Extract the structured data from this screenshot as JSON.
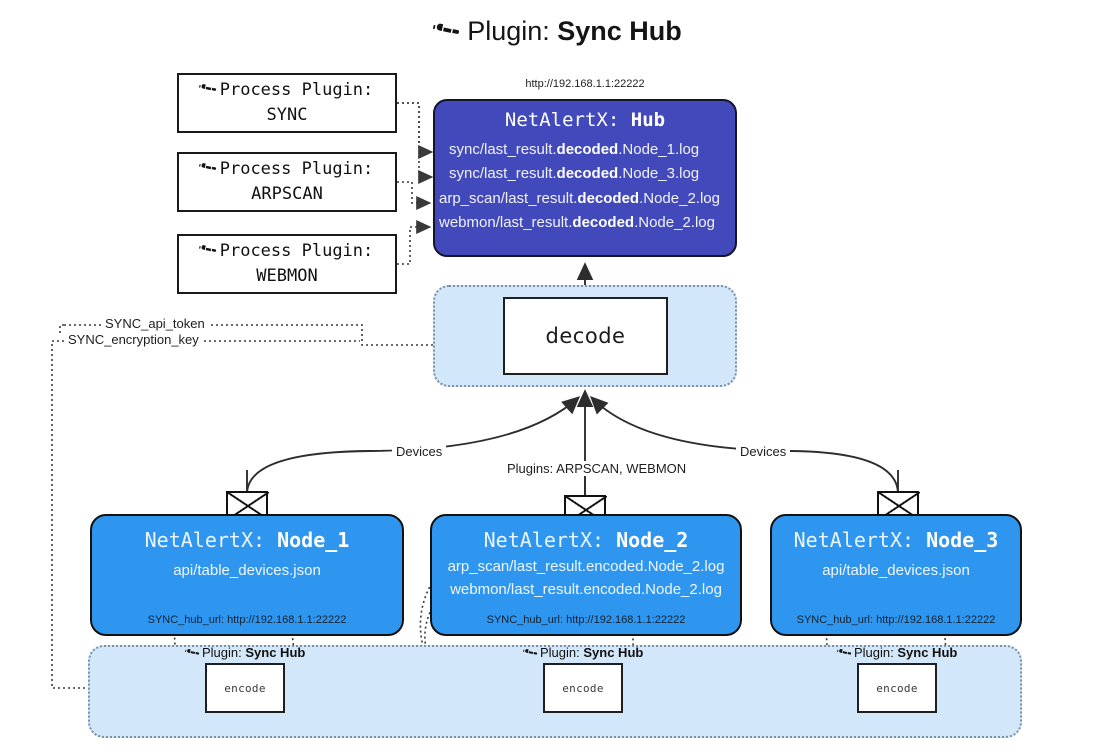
{
  "title": {
    "icon": "plug-icon",
    "prefix": "Plugin: ",
    "name": "Sync Hub"
  },
  "process_plugins": [
    {
      "icon": "plug-icon",
      "label": "Process Plugin:",
      "name": "SYNC"
    },
    {
      "icon": "plug-icon",
      "label": "Process Plugin:",
      "name": "ARPSCAN"
    },
    {
      "icon": "plug-icon",
      "label": "Process Plugin:",
      "name": "WEBMON"
    }
  ],
  "hub": {
    "url": "http://192.168.1.1:22222",
    "title_prefix": "NetAlertX: ",
    "title_name": "Hub",
    "files": [
      {
        "pre": "sync/last_result.",
        "em": "decoded",
        "post": ".Node_1.log"
      },
      {
        "pre": "sync/last_result.",
        "em": "decoded",
        "post": ".Node_3.log"
      },
      {
        "pre": "arp_scan/last_result.",
        "em": "decoded",
        "post": ".Node_2.log"
      },
      {
        "pre": "webmon/last_result.",
        "em": "decoded",
        "post": ".Node_2.log"
      }
    ]
  },
  "decode": {
    "label": "decode"
  },
  "settings": [
    {
      "label": "SYNC_api_token"
    },
    {
      "label": "SYNC_encryption_key"
    }
  ],
  "edges": [
    {
      "label": "Devices"
    },
    {
      "label": "Plugins: ARPSCAN, WEBMON"
    },
    {
      "label": "Devices"
    }
  ],
  "nodes": [
    {
      "title_prefix": "NetAlertX: ",
      "title_name": "Node_1",
      "files": [
        "api/table_devices.json"
      ],
      "hub_url": "SYNC_hub_url: http://192.168.1.1:22222",
      "mail_icon": "envelope-icon"
    },
    {
      "title_prefix": "NetAlertX: ",
      "title_name": "Node_2",
      "files": [
        "arp_scan/last_result.encoded.Node_2.log",
        "webmon/last_result.encoded.Node_2.log"
      ],
      "hub_url": "SYNC_hub_url: http://192.168.1.1:22222",
      "mail_icon": "envelope-icon"
    },
    {
      "title_prefix": "NetAlertX: ",
      "title_name": "Node_3",
      "files": [
        "api/table_devices.json"
      ],
      "hub_url": "SYNC_hub_url: http://192.168.1.1:22222",
      "mail_icon": "envelope-icon"
    }
  ],
  "encoders": [
    {
      "icon": "plug-icon",
      "label_prefix": "Plugin: ",
      "label_name": "Sync Hub",
      "box": "encode"
    },
    {
      "icon": "plug-icon",
      "label_prefix": "Plugin: ",
      "label_name": "Sync Hub",
      "box": "encode"
    },
    {
      "icon": "plug-icon",
      "label_prefix": "Plugin: ",
      "label_name": "Sync Hub",
      "box": "encode"
    }
  ],
  "colors": {
    "hub_fill": "#4149bb",
    "node_fill": "#2f96ef",
    "lane_fill": "#d3e7fa",
    "stroke": "#1f1f1f",
    "background": "#ffffff"
  }
}
